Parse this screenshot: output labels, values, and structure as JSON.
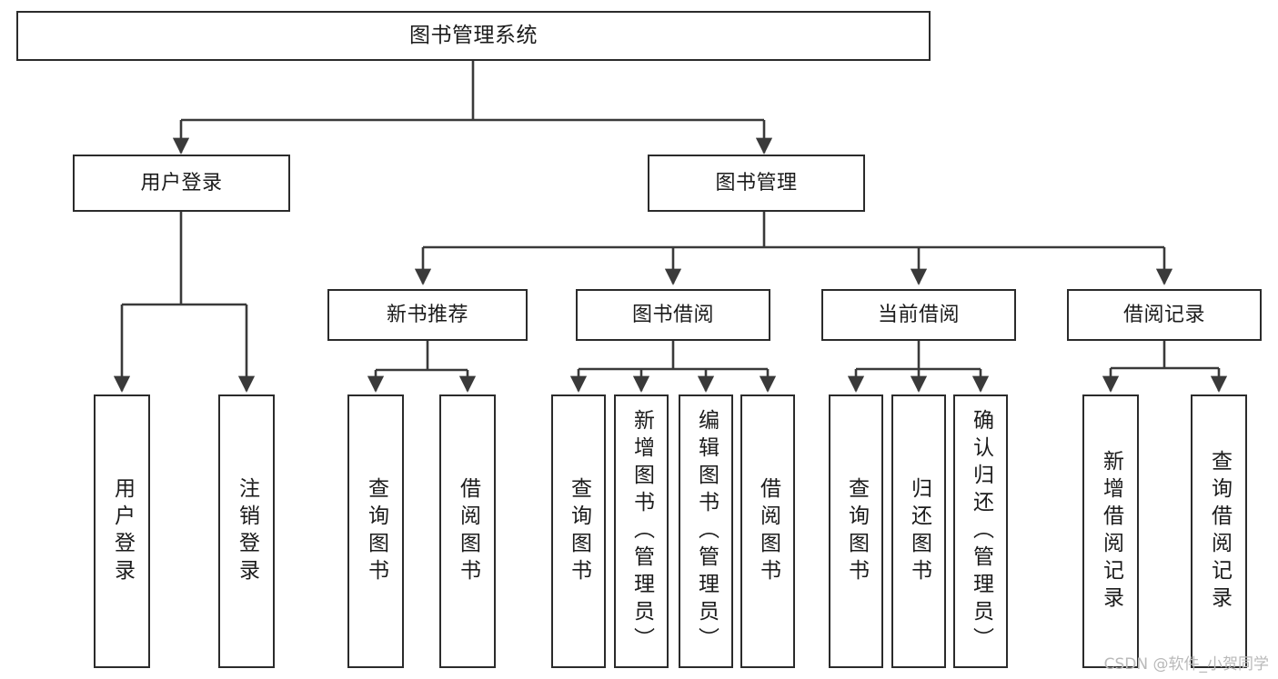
{
  "diagram": {
    "title": "图书管理系统",
    "type": "tree-hierarchy-chart",
    "orientation": "top-down",
    "colors": {
      "box_border": "#2b2b2b",
      "box_fill": "#ffffff",
      "edge": "#3a3a3a",
      "text": "#1b1b1b",
      "watermark": "#b9b9b9",
      "background": "#ffffff"
    },
    "watermark": "CSDN @软件_小贺同学"
  },
  "nodes": {
    "root": {
      "label": "图书管理系统"
    },
    "level2": [
      {
        "label": "用户登录"
      },
      {
        "label": "图书管理"
      }
    ],
    "level3": [
      {
        "label": "新书推荐"
      },
      {
        "label": "图书借阅"
      },
      {
        "label": "当前借阅"
      },
      {
        "label": "借阅记录"
      }
    ],
    "leaves": {
      "user_login": [
        {
          "label": "用户登录"
        },
        {
          "label": "注销登录"
        }
      ],
      "new_book_recommend": [
        {
          "label": "查询图书"
        },
        {
          "label": "借阅图书"
        }
      ],
      "book_borrow": [
        {
          "label": "查询图书"
        },
        {
          "label": "新增图书（管理员）"
        },
        {
          "label": "编辑图书（管理员）"
        },
        {
          "label": "借阅图书"
        }
      ],
      "current_borrow": [
        {
          "label": "查询图书"
        },
        {
          "label": "归还图书"
        },
        {
          "label": "确认归还（管理员）"
        }
      ],
      "borrow_record": [
        {
          "label": "新增借阅记录"
        },
        {
          "label": "查询借阅记录"
        }
      ]
    }
  }
}
